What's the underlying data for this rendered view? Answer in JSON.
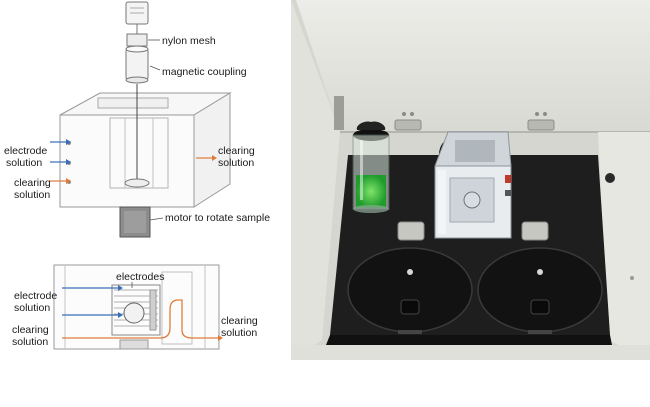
{
  "labels": {
    "nylon_mesh": "nylon mesh",
    "magnetic_coupling": "magnetic coupling",
    "electrode_solution": [
      "electrode",
      "solution"
    ],
    "clearing_solution_left": [
      "clearing",
      "solution"
    ],
    "clearing_solution_right": [
      "clearing",
      "solution"
    ],
    "motor": "motor to rotate sample",
    "electrodes": "electrodes",
    "bottom_electrode_solution": [
      "electrode",
      "solution"
    ],
    "bottom_clearing_solution_left": [
      "clearing",
      "solution"
    ],
    "bottom_clearing_solution_right": [
      "clearing",
      "solution"
    ]
  },
  "colors": {
    "electrode_flow": "#3a6fb7",
    "clearing_flow": "#e07b39",
    "device_body": "#e6e6e2",
    "device_base": "#1e1e1e"
  }
}
